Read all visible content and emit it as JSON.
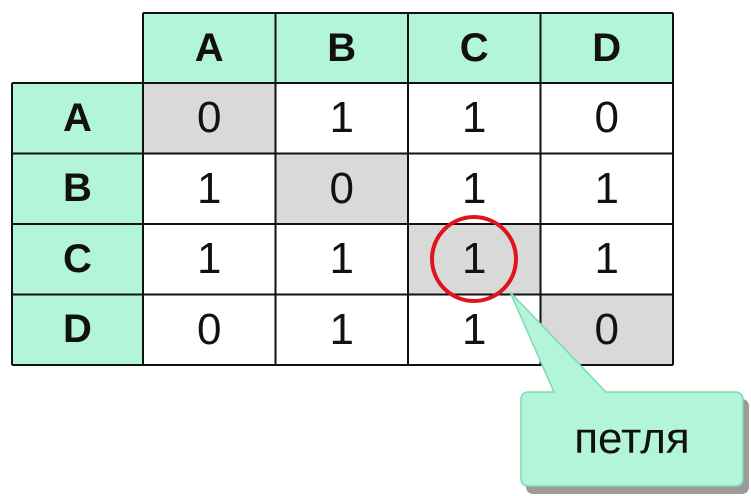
{
  "matrix": {
    "column_headers": [
      "A",
      "B",
      "C",
      "D"
    ],
    "row_headers": [
      "A",
      "B",
      "C",
      "D"
    ],
    "rows": [
      [
        "0",
        "1",
        "1",
        "0"
      ],
      [
        "1",
        "0",
        "1",
        "1"
      ],
      [
        "1",
        "1",
        "1",
        "1"
      ],
      [
        "0",
        "1",
        "1",
        "0"
      ]
    ],
    "highlighted_diagonal": true,
    "header_fill": "#b3f5d8",
    "diagonal_fill": "#d9d9d9",
    "grid_color": "#111111"
  },
  "callout": {
    "label": "петля",
    "fill": "#b3f5d8",
    "circle_color": "#e0141c",
    "points_to": "C-C"
  }
}
